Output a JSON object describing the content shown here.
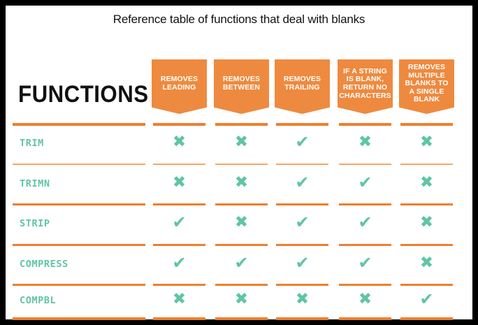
{
  "page": {
    "title": "Reference table of functions that deal with blanks",
    "border_color": "#000000",
    "background": "#ffffff"
  },
  "theme": {
    "orange": "#ef7f2e",
    "orange_banner": "#ee8a3f",
    "orange_light": "#f2a963",
    "teal": "#5fc5a3",
    "heading_color": "#111111"
  },
  "table": {
    "corner_label": "FUNCTIONS",
    "columns": [
      {
        "label": "REMOVES LEADING"
      },
      {
        "label": "REMOVES BETWEEN"
      },
      {
        "label": "REMOVES TRAILING"
      },
      {
        "label": "IF A STRING IS BLANK, RETURN NO CHARACTERS"
      },
      {
        "label": "REMOVES MULTIPLE BLANKS TO A SINGLE BLANK"
      }
    ],
    "icons": {
      "yes": "✔",
      "no": "✖"
    },
    "rows": [
      {
        "name": "TRIM",
        "cells": [
          "no",
          "no",
          "yes",
          "no",
          "no"
        ]
      },
      {
        "name": "TRIMN",
        "cells": [
          "no",
          "no",
          "yes",
          "yes",
          "no"
        ]
      },
      {
        "name": "STRIP",
        "cells": [
          "yes",
          "no",
          "yes",
          "yes",
          "no"
        ]
      },
      {
        "name": "COMPRESS",
        "cells": [
          "yes",
          "yes",
          "yes",
          "yes",
          "no"
        ]
      },
      {
        "name": "COMPBL",
        "cells": [
          "no",
          "no",
          "no",
          "no",
          "yes"
        ]
      }
    ]
  }
}
